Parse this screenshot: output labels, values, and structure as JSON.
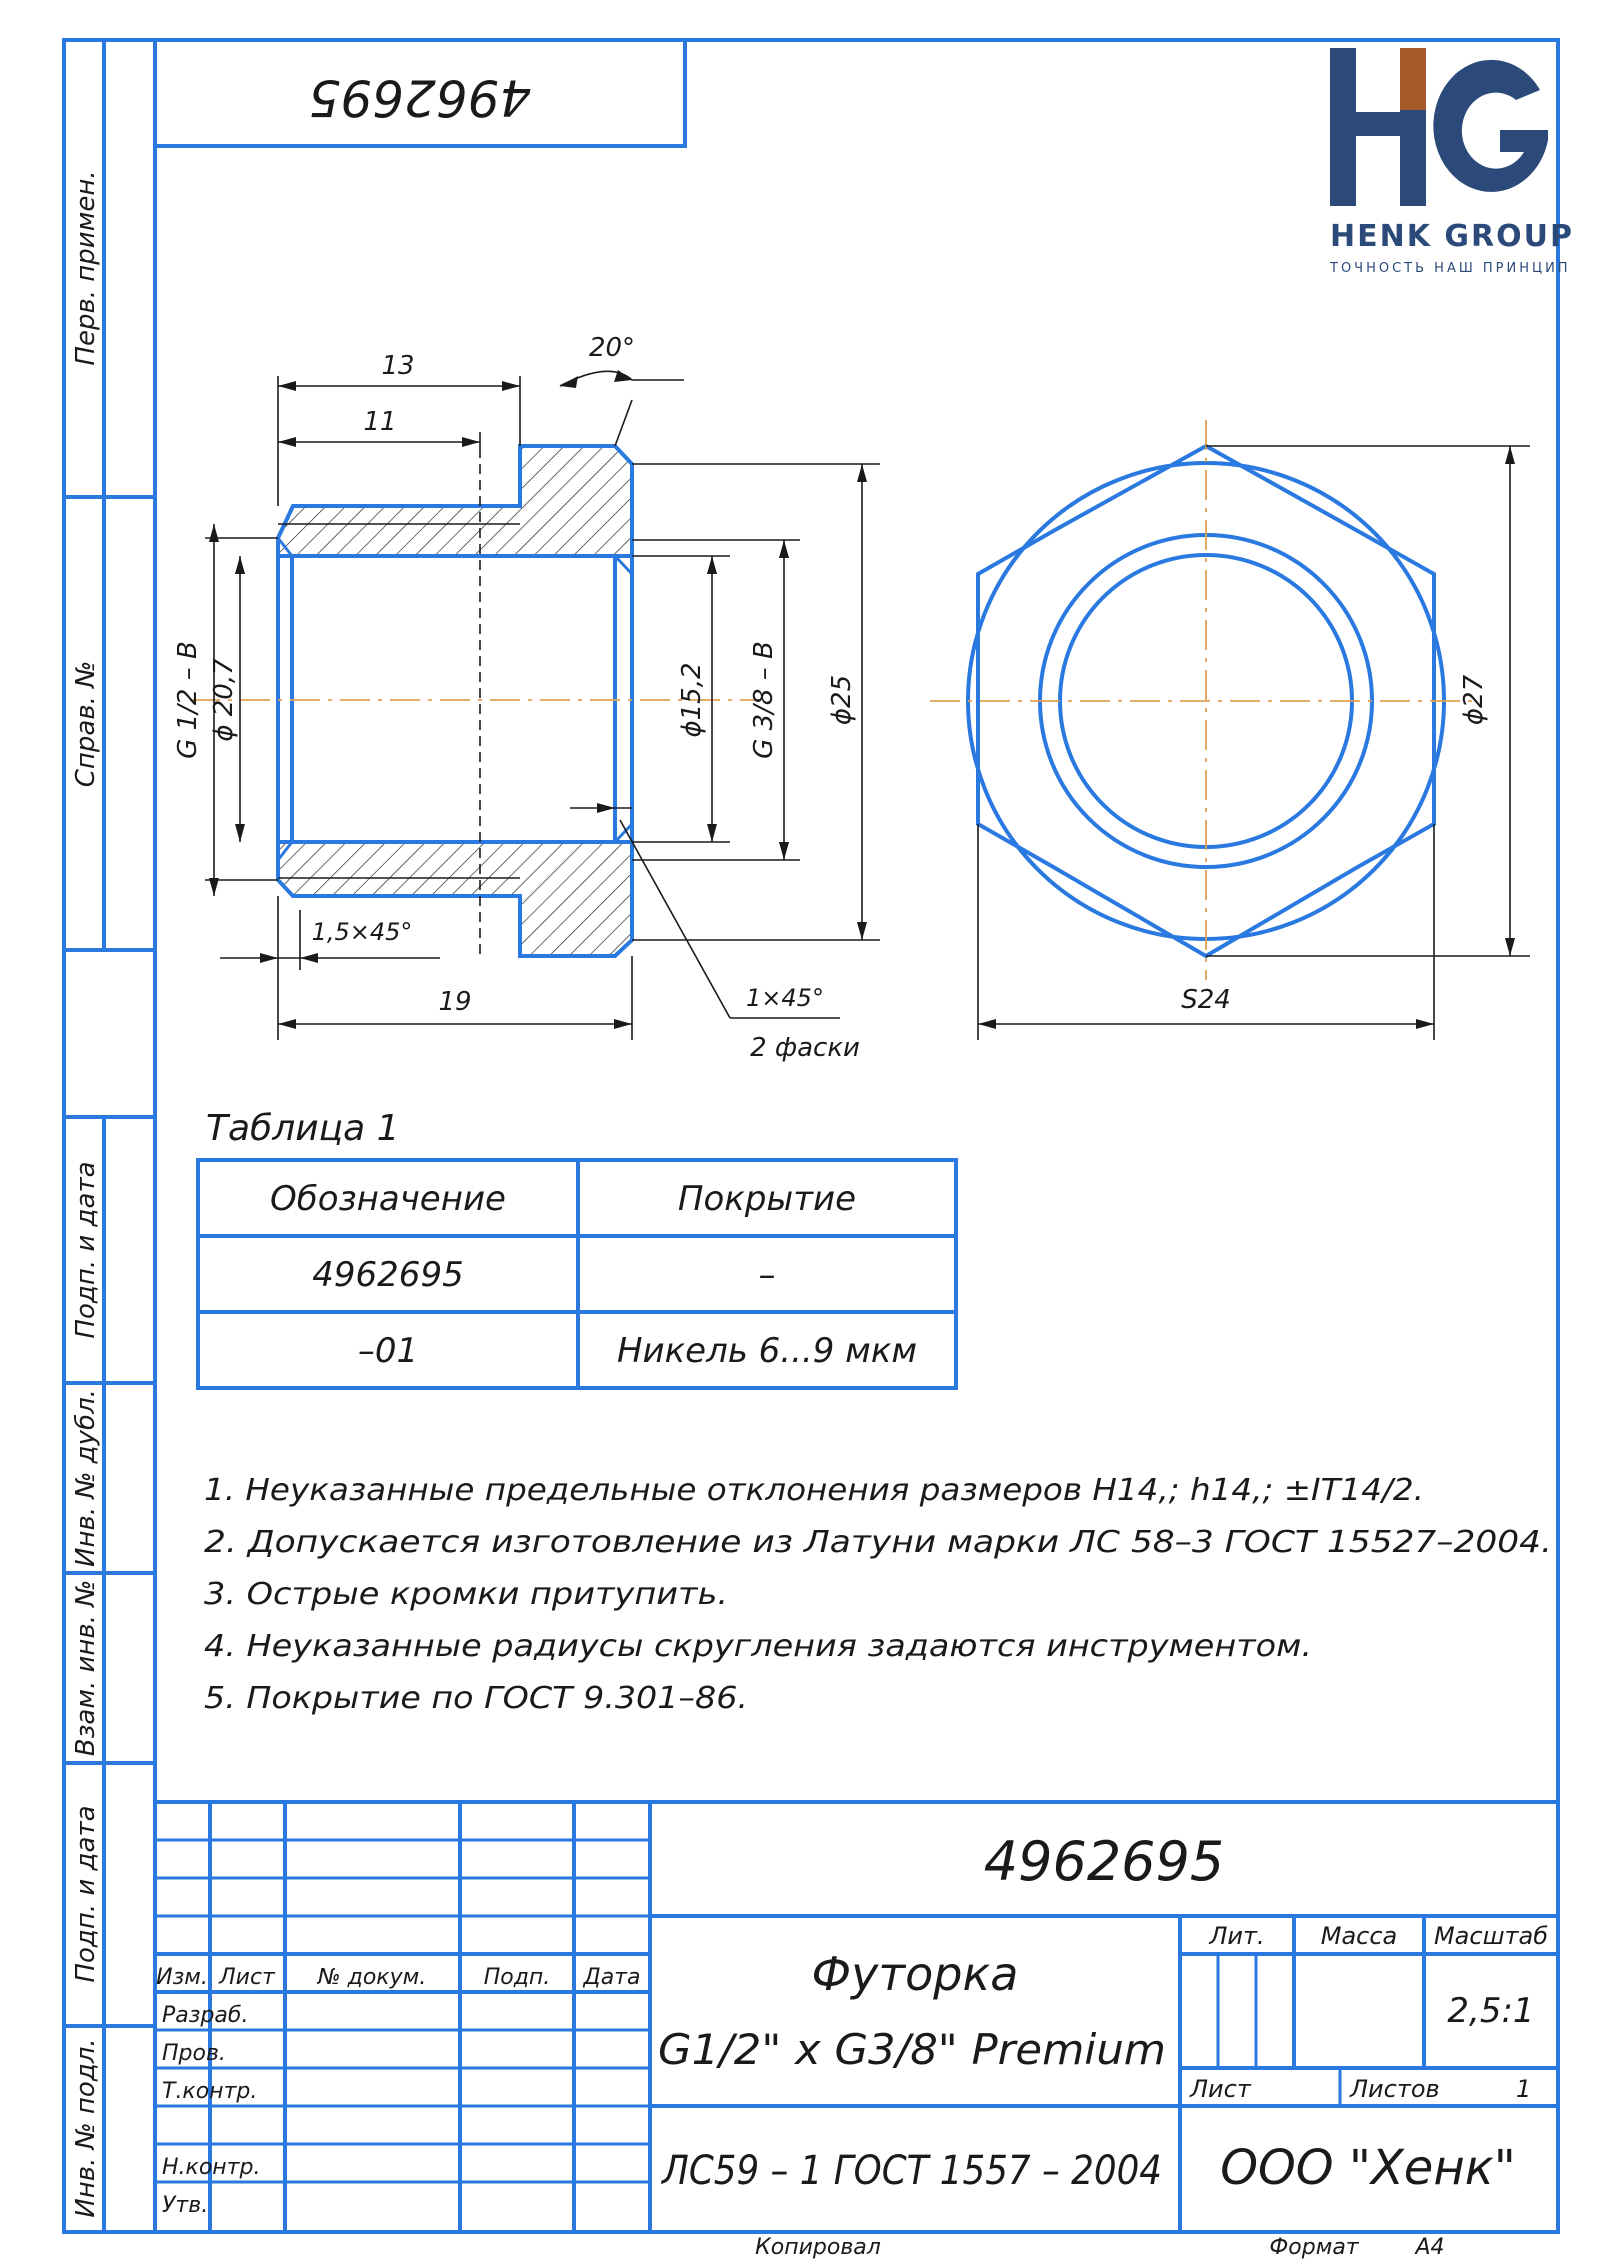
{
  "drawing_number": "4962695",
  "logo": {
    "letters": "HG",
    "name": "HENK GROUP",
    "slogan": "ТОЧНОСТЬ НАШ ПРИНЦИП",
    "colors": {
      "navy": "#2b4a7a",
      "brown": "#a65a2c"
    }
  },
  "side_labels": {
    "perv_primen": "Перв. примен.",
    "sprav_no": "Справ. №",
    "podp_data_1": "Подп. и дата",
    "inv_dubl": "Инв. № дубл.",
    "vzam_inv": "Взам. инв. №",
    "podp_data_2": "Подп. и дата",
    "inv_podl": "Инв. № подл."
  },
  "dimensions": {
    "d13": "13",
    "d11": "11",
    "angle": "20°",
    "thread_big": "G 1/2 – B",
    "dia_20_7": "ϕ 20,7",
    "dia_15_2": "ϕ15,2",
    "thread_small": "G 3/8 – B",
    "dia_25": "ϕ25",
    "chamfer_big": "1,5×45°",
    "d19": "19",
    "chamfer_small": "1×45°",
    "chamfer_note": "2 фаски",
    "hex_size": "S24",
    "dia_27": "ϕ27"
  },
  "table": {
    "caption": "Таблица 1",
    "headers": [
      "Обозначение",
      "Покрытие"
    ],
    "rows": [
      [
        "4962695",
        "–"
      ],
      [
        "–01",
        "Никель 6...9 мкм"
      ]
    ]
  },
  "notes": [
    "1. Неуказанные предельные отклонения размеров H14,; h14,; ±IT14/2.",
    "2. Допускается изготовление из Латуни марки ЛС 58–3 ГОСТ 15527–2004.",
    "3. Острые кромки притупить.",
    "4. Неуказанные радиусы скругления задаются инструментом.",
    "5. Покрытие по ГОСТ 9.301–86."
  ],
  "title_block": {
    "designation": "4962695",
    "part_name": "Футорка",
    "part_spec": "G1/2\" x G3/8\" Premium",
    "material": "ЛС59 – 1 ГОСТ 1557 – 2004",
    "company": "ООО \"Хенк\"",
    "col_labels": [
      "Изм.",
      "Лист",
      "№ докум.",
      "Подп.",
      "Дата"
    ],
    "row_labels": [
      "Разраб.",
      "Пров.",
      "Т.контр.",
      "",
      "Н.контр.",
      "Утв."
    ],
    "lit_label": "Лит.",
    "mass_label": "Масса",
    "scale_label": "Масштаб",
    "scale_value": "2,5:1",
    "sheet_label": "Лист",
    "sheets_label": "Листов",
    "sheets_value": "1"
  },
  "footer": {
    "copied": "Копировал",
    "format_label": "Формат",
    "format_value": "А4"
  }
}
